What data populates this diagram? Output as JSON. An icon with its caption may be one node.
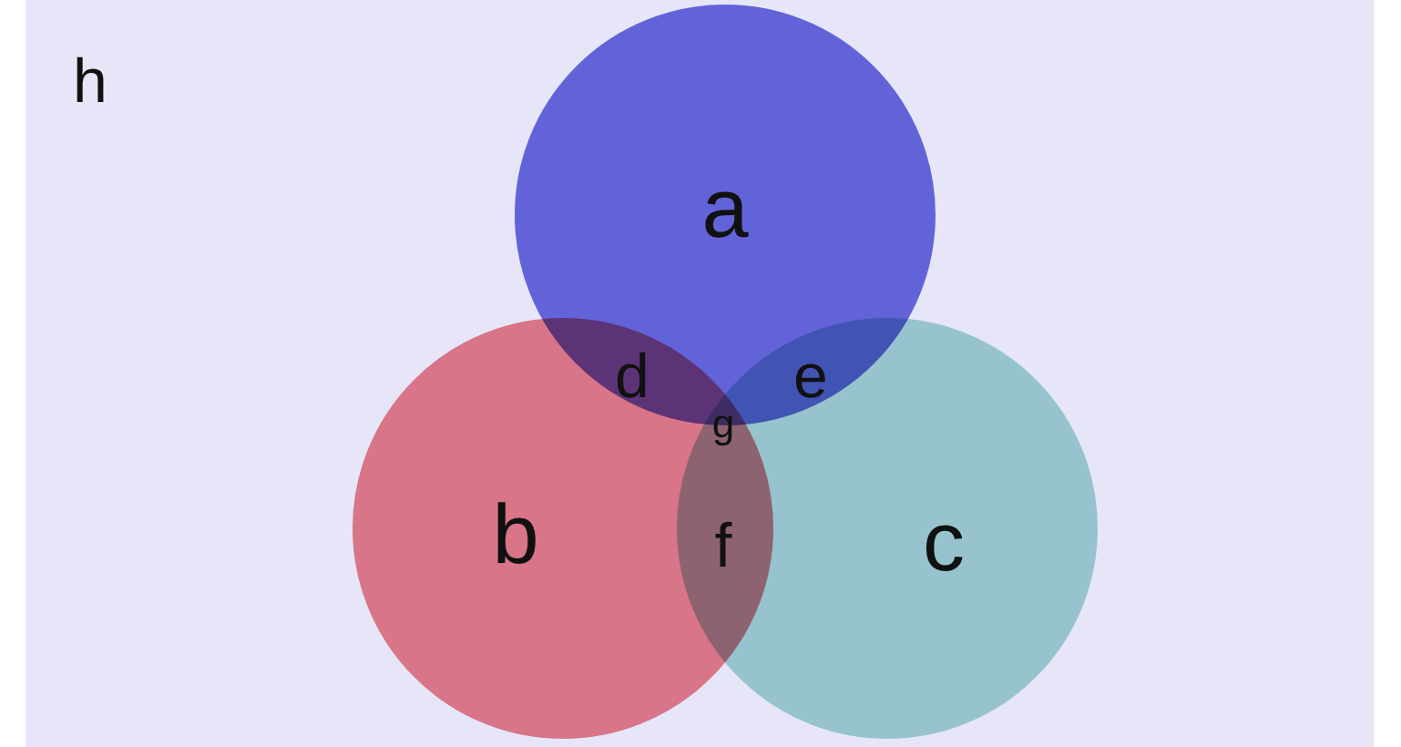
{
  "diagram": {
    "nodes": [
      {
        "text": [
          "h"
        ]
      },
      {
        "text": [
          "a"
        ],
        "in": 0
      },
      {
        "text": [
          "b"
        ],
        "in": 0
      },
      {
        "text": [
          "c"
        ],
        "in": 0
      }
    ],
    "labels": [
      "d",
      "e",
      "g",
      "f"
    ]
  }
}
